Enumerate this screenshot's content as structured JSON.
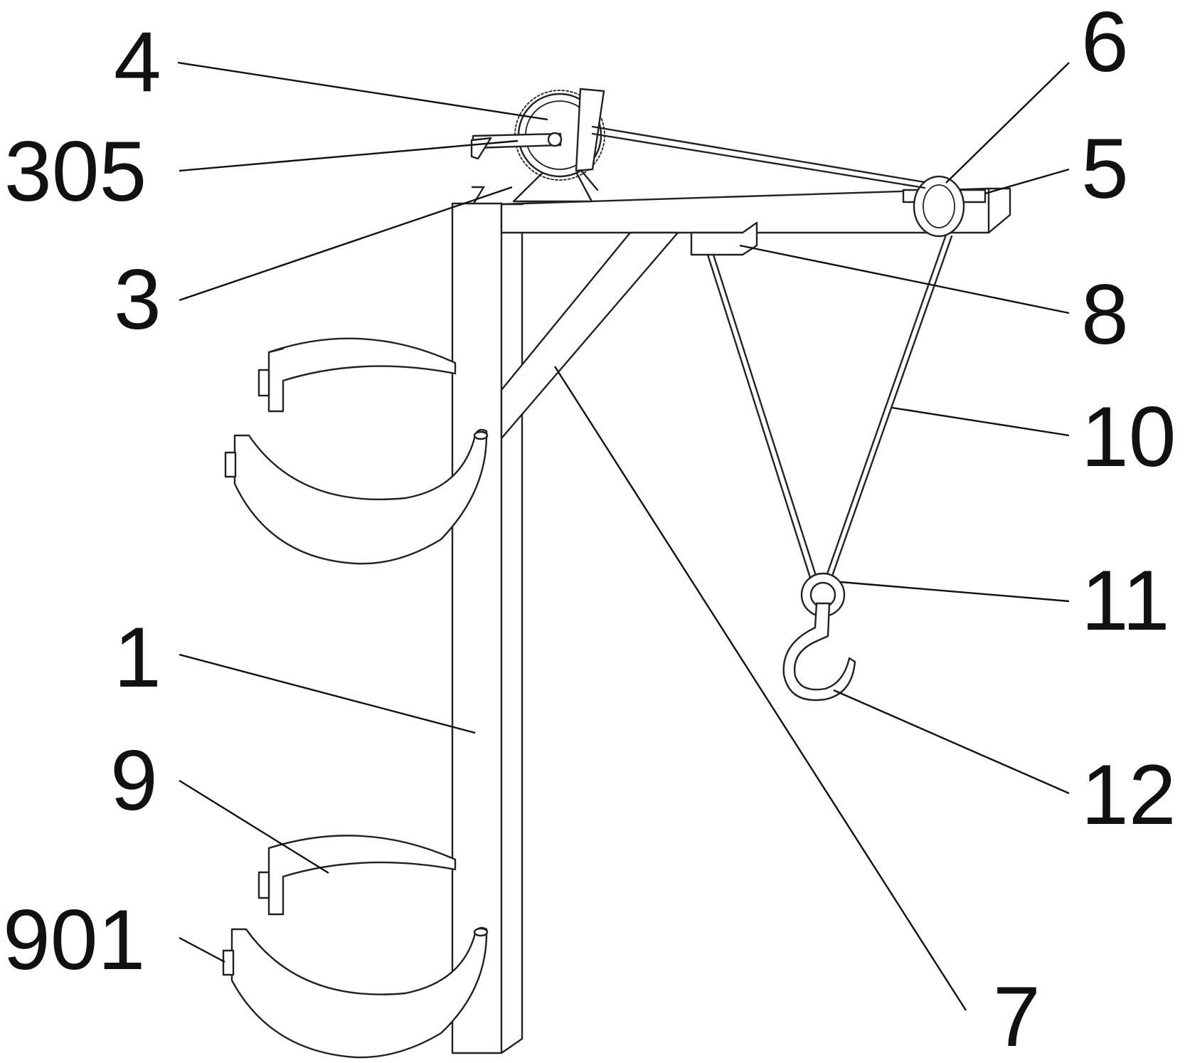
{
  "figure": {
    "labels": [
      {
        "id": "label-4",
        "text": "4"
      },
      {
        "id": "label-305",
        "text": "305"
      },
      {
        "id": "label-3",
        "text": "3"
      },
      {
        "id": "label-1",
        "text": "1"
      },
      {
        "id": "label-9",
        "text": "9"
      },
      {
        "id": "label-901",
        "text": "901"
      },
      {
        "id": "label-6",
        "text": "6"
      },
      {
        "id": "label-5",
        "text": "5"
      },
      {
        "id": "label-8",
        "text": "8"
      },
      {
        "id": "label-10",
        "text": "10"
      },
      {
        "id": "label-11",
        "text": "11"
      },
      {
        "id": "label-12",
        "text": "12"
      },
      {
        "id": "label-7",
        "text": "7"
      }
    ]
  },
  "colors": {
    "line": "#222222",
    "background": "#ffffff"
  }
}
